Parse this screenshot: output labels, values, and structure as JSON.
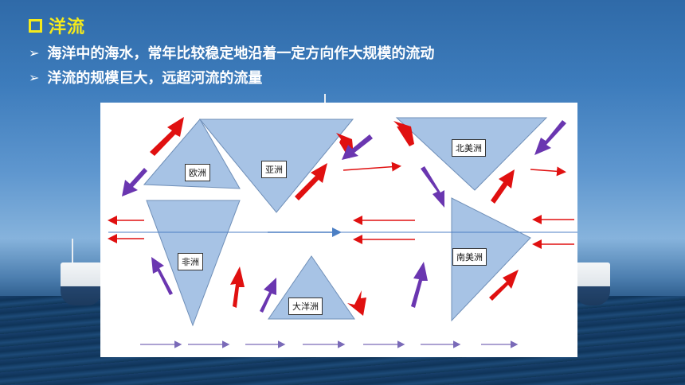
{
  "slide": {
    "title_icon": "square-outline-icon",
    "title": "洋流",
    "title_color": "#f5ea1b",
    "bullet_icon": "chevron-right-icon",
    "bullets": [
      "海洋中的海水，常年比较稳定地沿着一定方向作大规模的流动",
      "洋流的规模巨大，远超河流的流量"
    ]
  },
  "figure": {
    "continents": {
      "europe": "欧洲",
      "asia": "亚洲",
      "north_america": "北美洲",
      "africa": "非洲",
      "oceania": "大洋洲",
      "south_america": "南美洲"
    },
    "colors": {
      "land": "#a7c3e5",
      "warm_current": "#e01010",
      "cold_current": "#6a36b0",
      "equator_line": "#4c7fc4"
    }
  }
}
